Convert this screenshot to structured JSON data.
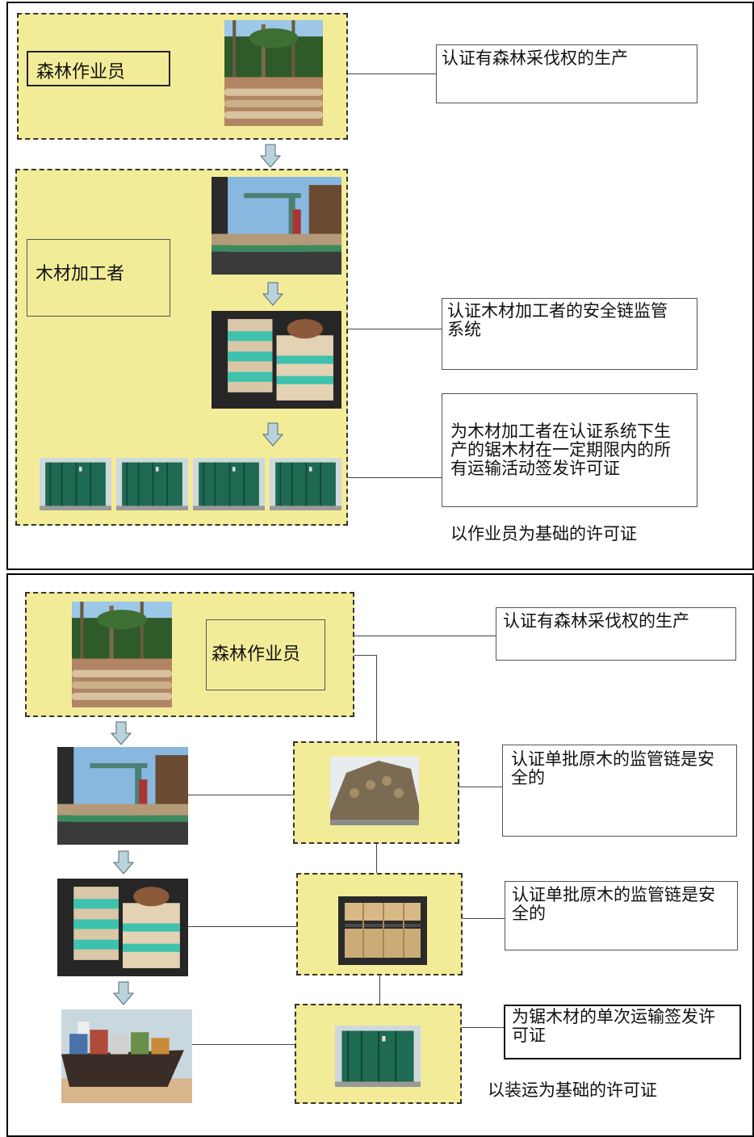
{
  "panel_top": {
    "forest_operator": "森林作业员",
    "timber_processor": "木材加工者",
    "box_harvest": "认证有森林采伐权的生产",
    "box_chain": "认证木材加工者的安全链监管系统",
    "box_permit": "为木材加工者在认证系统下生产的锯木材在一定期限内的所有运输活动签发许可证",
    "caption": "以作业员为基础的许可证"
  },
  "panel_bottom": {
    "forest_operator": "森林作业员",
    "box_harvest": "认证有森林采伐权的生产",
    "box_logs": "认证单批原木的监管链是安全的",
    "box_lumber": "认证单批原木的监管链是安全的",
    "box_shipment": "为锯木材的单次运输签发许可证",
    "caption": "以装运为基础的许可证"
  },
  "colors": {
    "panel_fill": "#f2ec99",
    "arrow_fill": "#b9d3dc"
  },
  "icons": [
    "forest-photo",
    "sawmill-photo",
    "lumber-stack-photo",
    "container-photo",
    "log-pile-photo",
    "sawn-timber-photo",
    "cargo-ship-photo",
    "down-arrow-icon"
  ]
}
